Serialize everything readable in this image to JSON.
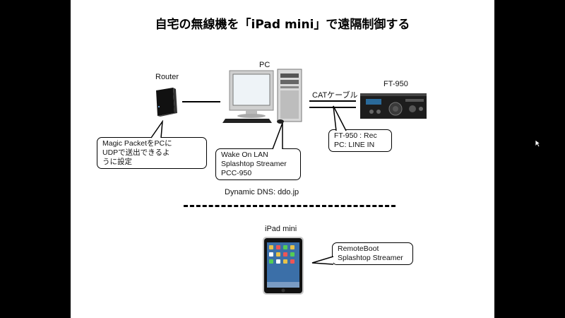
{
  "title": "自宅の無線機を「iPad mini」で遠隔制御する",
  "nodes": {
    "router": "Router",
    "pc": "PC",
    "radio": "FT-950",
    "cable": "CATケーブル",
    "ipad": "iPad mini"
  },
  "dns_text": "Dynamic DNS: ddo.jp",
  "callouts": {
    "router": [
      "Magic PacketをPCに",
      "UDPで送出できるよ",
      "うに設定"
    ],
    "pc": [
      "Wake On LAN",
      "Splashtop Streamer",
      "PCC-950"
    ],
    "radio": [
      "FT-950 : Rec",
      "PC: LINE IN"
    ],
    "ipad": [
      "RemoteBoot",
      "Splashtop Streamer"
    ]
  }
}
